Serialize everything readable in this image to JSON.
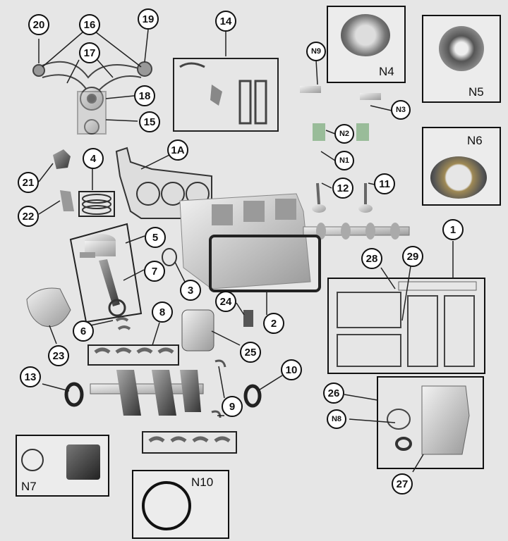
{
  "callouts": {
    "c20": "20",
    "c16": "16",
    "c19": "19",
    "c17": "17",
    "c18": "18",
    "c15": "15",
    "c14": "14",
    "c1a": "1A",
    "c4": "4",
    "c21": "21",
    "c22": "22",
    "c5": "5",
    "c7": "7",
    "c3": "3",
    "c6": "6",
    "c8": "8",
    "c23": "23",
    "c24": "24",
    "c2": "2",
    "c25": "25",
    "c13": "13",
    "c10": "10",
    "c9": "9",
    "c1": "1",
    "c28": "28",
    "c29": "29",
    "c26": "26",
    "c27": "27",
    "n9": "N9",
    "n3": "N3",
    "n2": "N2",
    "n1": "N1",
    "c12": "12",
    "c11": "11",
    "n8": "N8"
  },
  "panels": {
    "n4": "N4",
    "n5": "N5",
    "n6": "N6",
    "n7": "N7",
    "n10": "N10"
  },
  "colors": {
    "background": "#e6e6e6",
    "ink": "#111111",
    "part_fill": "#cfcfcf",
    "part_dark": "#555555"
  }
}
